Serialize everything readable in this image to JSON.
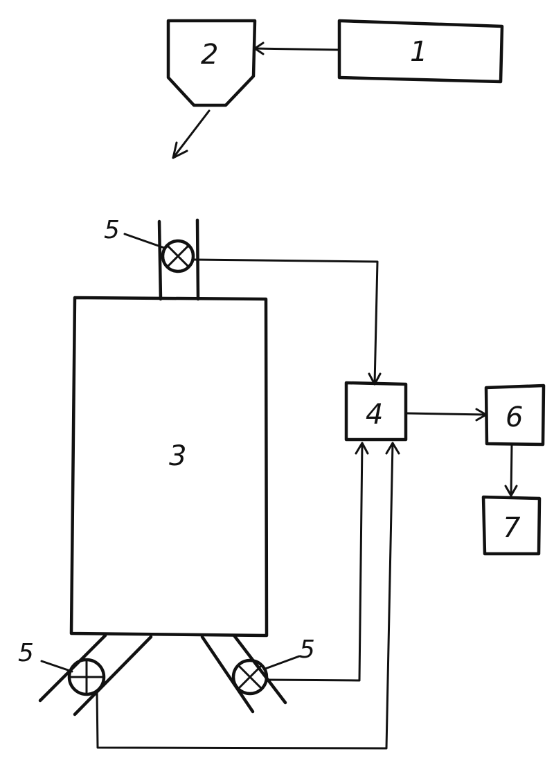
{
  "colors": {
    "ink": "#111111",
    "paper": "#ffffff"
  },
  "blocks": {
    "b1": "1",
    "b2": "2",
    "b3": "3",
    "b4": "4",
    "b6": "6",
    "b7": "7"
  },
  "sensors": {
    "top": "5",
    "bottom_left": "5",
    "bottom_right": "5"
  },
  "icons": {
    "sensor": "crossed-circle-icon",
    "arrow": "arrowhead-icon"
  }
}
